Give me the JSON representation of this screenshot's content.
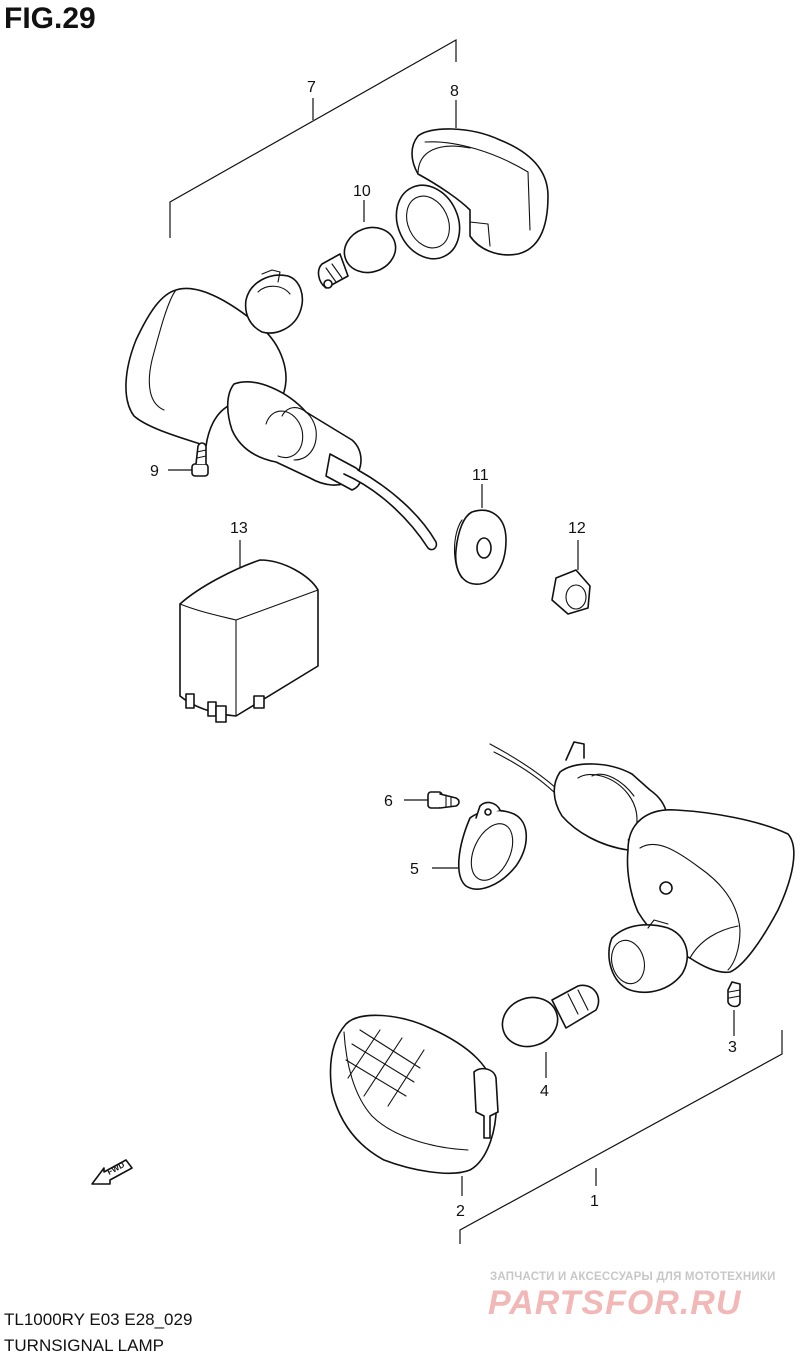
{
  "figure": {
    "title": "FIG.29",
    "model_line": "TL1000RY E03 E28_029",
    "part_name": "TURNSIGNAL LAMP"
  },
  "callouts": [
    {
      "id": "c1",
      "label": "1"
    },
    {
      "id": "c2",
      "label": "2"
    },
    {
      "id": "c3",
      "label": "3"
    },
    {
      "id": "c4",
      "label": "4"
    },
    {
      "id": "c5",
      "label": "5"
    },
    {
      "id": "c6",
      "label": "6"
    },
    {
      "id": "c7",
      "label": "7"
    },
    {
      "id": "c8",
      "label": "8"
    },
    {
      "id": "c9",
      "label": "9"
    },
    {
      "id": "c10",
      "label": "10"
    },
    {
      "id": "c11",
      "label": "11"
    },
    {
      "id": "c12",
      "label": "12"
    },
    {
      "id": "c13",
      "label": "13"
    }
  ],
  "fwd_arrow": {
    "label": "FWD"
  },
  "watermark": {
    "tagline": "ЗАПЧАСТИ И АКСЕССУАРЫ ДЛЯ МОТОТЕХНИКИ",
    "brand": "PARTSFOR.RU"
  }
}
